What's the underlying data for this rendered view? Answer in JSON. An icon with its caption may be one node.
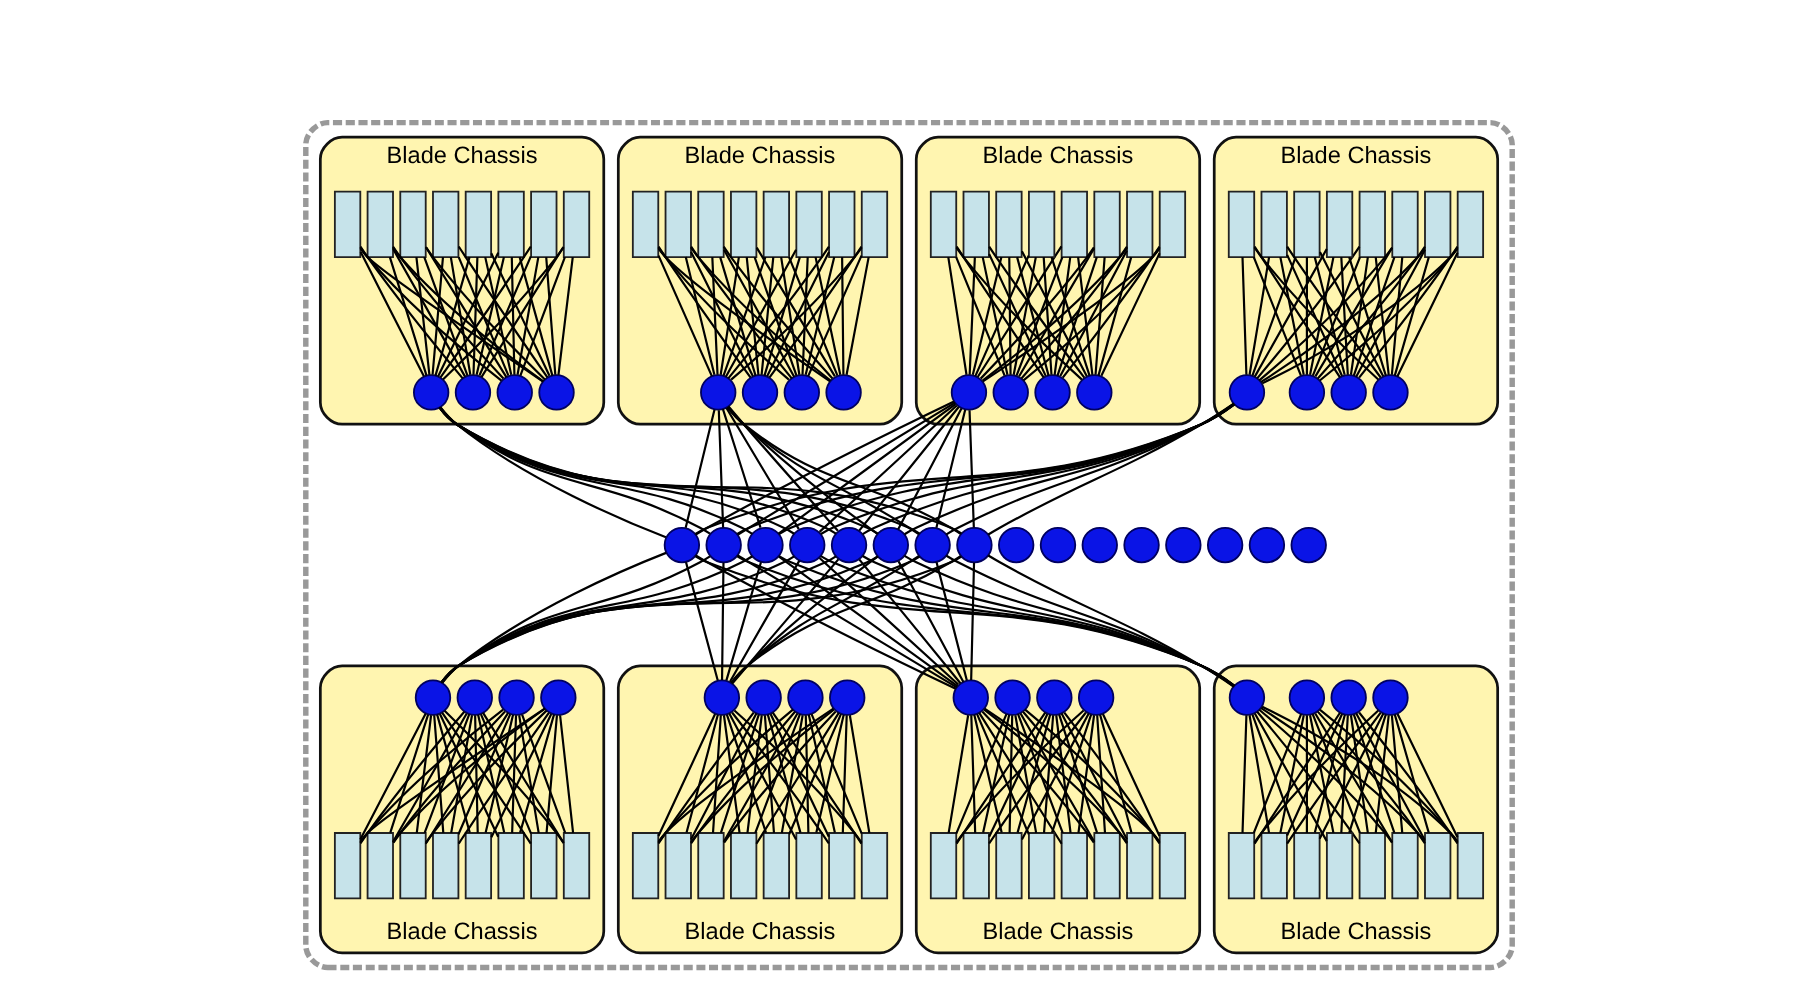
{
  "diagram": {
    "nodes": [
      {
        "text": [],
        "shape": "box"
      },
      {
        "text": [
          "Blade Chassis"
        ],
        "in": 0
      },
      {
        "text": [],
        "shape": "box",
        "in": 1
      },
      {
        "text": [],
        "shape": "box",
        "in": 1
      },
      {
        "text": [],
        "shape": "box",
        "in": 1
      },
      {
        "text": [],
        "shape": "box",
        "in": 1
      },
      {
        "text": [],
        "shape": "box",
        "in": 1
      },
      {
        "text": [],
        "shape": "box",
        "in": 1
      },
      {
        "text": [],
        "shape": "box",
        "in": 1
      },
      {
        "text": [],
        "shape": "box",
        "in": 1
      },
      {
        "text": [],
        "shape": "circle",
        "in": 1
      },
      {
        "text": [],
        "shape": "circle",
        "in": 1
      },
      {
        "text": [],
        "shape": "circle",
        "in": 1
      },
      {
        "text": [],
        "shape": "circle",
        "in": 1
      },
      {
        "text": [
          "Blade Chassis"
        ],
        "in": 0
      },
      {
        "text": [],
        "shape": "box",
        "in": 14
      },
      {
        "text": [],
        "shape": "box",
        "in": 14
      },
      {
        "text": [],
        "shape": "box",
        "in": 14
      },
      {
        "text": [],
        "shape": "box",
        "in": 14
      },
      {
        "text": [],
        "shape": "box",
        "in": 14
      },
      {
        "text": [],
        "shape": "box",
        "in": 14
      },
      {
        "text": [],
        "shape": "box",
        "in": 14
      },
      {
        "text": [],
        "shape": "box",
        "in": 14
      },
      {
        "text": [],
        "shape": "circle",
        "in": 14
      },
      {
        "text": [],
        "shape": "circle",
        "in": 14
      },
      {
        "text": [],
        "shape": "circle",
        "in": 14
      },
      {
        "text": [],
        "shape": "circle",
        "in": 14
      },
      {
        "text": [
          "Blade Chassis"
        ],
        "in": 0
      },
      {
        "text": [],
        "shape": "box",
        "in": 27
      },
      {
        "text": [],
        "shape": "box",
        "in": 27
      },
      {
        "text": [],
        "shape": "box",
        "in": 27
      },
      {
        "text": [],
        "shape": "box",
        "in": 27
      },
      {
        "text": [],
        "shape": "box",
        "in": 27
      },
      {
        "text": [],
        "shape": "box",
        "in": 27
      },
      {
        "text": [],
        "shape": "box",
        "in": 27
      },
      {
        "text": [],
        "shape": "box",
        "in": 27
      },
      {
        "text": [],
        "shape": "circle",
        "in": 27
      },
      {
        "text": [],
        "shape": "circle",
        "in": 27
      },
      {
        "text": [],
        "shape": "circle",
        "in": 27
      },
      {
        "text": [],
        "shape": "circle",
        "in": 27
      },
      {
        "text": [
          "Blade Chassis"
        ],
        "in": 0
      },
      {
        "text": [],
        "shape": "box",
        "in": 40
      },
      {
        "text": [],
        "shape": "box",
        "in": 40
      },
      {
        "text": [],
        "shape": "box",
        "in": 40
      },
      {
        "text": [],
        "shape": "box",
        "in": 40
      },
      {
        "text": [],
        "shape": "box",
        "in": 40
      },
      {
        "text": [],
        "shape": "box",
        "in": 40
      },
      {
        "text": [],
        "shape": "box",
        "in": 40
      },
      {
        "text": [],
        "shape": "box",
        "in": 40
      },
      {
        "text": [],
        "shape": "circle",
        "in": 40
      },
      {
        "text": [],
        "shape": "circle",
        "in": 40
      },
      {
        "text": [],
        "shape": "circle",
        "in": 40
      },
      {
        "text": [],
        "shape": "circle",
        "in": 40
      },
      {
        "text": [],
        "shape": "circle",
        "in": 0
      },
      {
        "text": [],
        "shape": "circle",
        "in": 0
      },
      {
        "text": [],
        "shape": "circle",
        "in": 0
      },
      {
        "text": [],
        "shape": "circle",
        "in": 0
      },
      {
        "text": [],
        "shape": "circle",
        "in": 0
      },
      {
        "text": [],
        "shape": "circle",
        "in": 0
      },
      {
        "text": [],
        "shape": "circle",
        "in": 0
      },
      {
        "text": [],
        "shape": "circle",
        "in": 0
      },
      {
        "text": [],
        "shape": "circle",
        "in": 0
      },
      {
        "text": [],
        "shape": "circle",
        "in": 0
      },
      {
        "text": [],
        "shape": "circle",
        "in": 0
      },
      {
        "text": [],
        "shape": "circle",
        "in": 0
      },
      {
        "text": [],
        "shape": "circle",
        "in": 0
      },
      {
        "text": [],
        "shape": "circle",
        "in": 0
      },
      {
        "text": [],
        "shape": "circle",
        "in": 0
      },
      {
        "text": [],
        "shape": "circle",
        "in": 0
      },
      {
        "text": [
          "Blade Chassis"
        ],
        "in": 0
      },
      {
        "text": [],
        "shape": "circle",
        "in": 69
      },
      {
        "text": [],
        "shape": "circle",
        "in": 69
      },
      {
        "text": [],
        "shape": "circle",
        "in": 69
      },
      {
        "text": [],
        "shape": "circle",
        "in": 69
      },
      {
        "text": [],
        "shape": "box",
        "in": 69
      },
      {
        "text": [],
        "shape": "box",
        "in": 69
      },
      {
        "text": [],
        "shape": "box",
        "in": 69
      },
      {
        "text": [],
        "shape": "box",
        "in": 69
      },
      {
        "text": [],
        "shape": "box",
        "in": 69
      },
      {
        "text": [],
        "shape": "box",
        "in": 69
      },
      {
        "text": [],
        "shape": "box",
        "in": 69
      },
      {
        "text": [],
        "shape": "box",
        "in": 69
      },
      {
        "text": [
          "Blade Chassis"
        ],
        "in": 0
      },
      {
        "text": [],
        "shape": "circle",
        "in": 82
      },
      {
        "text": [],
        "shape": "circle",
        "in": 82
      },
      {
        "text": [],
        "shape": "circle",
        "in": 82
      },
      {
        "text": [],
        "shape": "circle",
        "in": 82
      },
      {
        "text": [],
        "shape": "box",
        "in": 82
      },
      {
        "text": [],
        "shape": "box",
        "in": 82
      },
      {
        "text": [],
        "shape": "box",
        "in": 82
      },
      {
        "text": [],
        "shape": "box",
        "in": 82
      },
      {
        "text": [],
        "shape": "box",
        "in": 82
      },
      {
        "text": [],
        "shape": "box",
        "in": 82
      },
      {
        "text": [],
        "shape": "box",
        "in": 82
      },
      {
        "text": [],
        "shape": "box",
        "in": 82
      },
      {
        "text": [
          "Blade Chassis"
        ],
        "in": 0
      },
      {
        "text": [],
        "shape": "circle",
        "in": 95
      },
      {
        "text": [],
        "shape": "circle",
        "in": 95
      },
      {
        "text": [],
        "shape": "circle",
        "in": 95
      },
      {
        "text": [],
        "shape": "circle",
        "in": 95
      },
      {
        "text": [],
        "shape": "box",
        "in": 95
      },
      {
        "text": [],
        "shape": "box",
        "in": 95
      },
      {
        "text": [],
        "shape": "box",
        "in": 95
      },
      {
        "text": [],
        "shape": "box",
        "in": 95
      },
      {
        "text": [],
        "shape": "box",
        "in": 95
      },
      {
        "text": [],
        "shape": "box",
        "in": 95
      },
      {
        "text": [],
        "shape": "box",
        "in": 95
      },
      {
        "text": [],
        "shape": "box",
        "in": 95
      },
      {
        "text": [
          "Blade Chassis"
        ],
        "in": 0
      },
      {
        "text": [],
        "shape": "circle",
        "in": 108
      },
      {
        "text": [],
        "shape": "circle",
        "in": 108
      },
      {
        "text": [],
        "shape": "circle",
        "in": 108
      },
      {
        "text": [],
        "shape": "circle",
        "in": 108
      },
      {
        "text": [],
        "shape": "box",
        "in": 108
      },
      {
        "text": [],
        "shape": "box",
        "in": 108
      },
      {
        "text": [],
        "shape": "box",
        "in": 108
      },
      {
        "text": [],
        "shape": "box",
        "in": 108
      },
      {
        "text": [],
        "shape": "box",
        "in": 108
      },
      {
        "text": [],
        "shape": "box",
        "in": 108
      },
      {
        "text": [],
        "shape": "box",
        "in": 108
      },
      {
        "text": [],
        "shape": "box",
        "in": 108
      }
    ],
    "edges": [
      {
        "from": 2,
        "to": 10,
        "arrow": "none"
      },
      {
        "from": 2,
        "to": 11,
        "arrow": "none"
      },
      {
        "from": 2,
        "to": 12,
        "arrow": "none"
      },
      {
        "from": 2,
        "to": 13,
        "arrow": "none"
      },
      {
        "from": 3,
        "to": 10,
        "arrow": "none"
      },
      {
        "from": 3,
        "to": 11,
        "arrow": "none"
      },
      {
        "from": 3,
        "to": 12,
        "arrow": "none"
      },
      {
        "from": 3,
        "to": 13,
        "arrow": "none"
      },
      {
        "from": 4,
        "to": 10,
        "arrow": "none"
      },
      {
        "from": 4,
        "to": 11,
        "arrow": "none"
      },
      {
        "from": 4,
        "to": 12,
        "arrow": "none"
      },
      {
        "from": 4,
        "to": 13,
        "arrow": "none"
      },
      {
        "from": 5,
        "to": 10,
        "arrow": "none"
      },
      {
        "from": 5,
        "to": 11,
        "arrow": "none"
      },
      {
        "from": 5,
        "to": 12,
        "arrow": "none"
      },
      {
        "from": 5,
        "to": 13,
        "arrow": "none"
      },
      {
        "from": 6,
        "to": 10,
        "arrow": "none"
      },
      {
        "from": 6,
        "to": 11,
        "arrow": "none"
      },
      {
        "from": 6,
        "to": 12,
        "arrow": "none"
      },
      {
        "from": 6,
        "to": 13,
        "arrow": "none"
      },
      {
        "from": 7,
        "to": 10,
        "arrow": "none"
      },
      {
        "from": 7,
        "to": 11,
        "arrow": "none"
      },
      {
        "from": 7,
        "to": 12,
        "arrow": "none"
      },
      {
        "from": 7,
        "to": 13,
        "arrow": "none"
      },
      {
        "from": 8,
        "to": 10,
        "arrow": "none"
      },
      {
        "from": 8,
        "to": 11,
        "arrow": "none"
      },
      {
        "from": 8,
        "to": 12,
        "arrow": "none"
      },
      {
        "from": 8,
        "to": 13,
        "arrow": "none"
      },
      {
        "from": 9,
        "to": 10,
        "arrow": "none"
      },
      {
        "from": 9,
        "to": 11,
        "arrow": "none"
      },
      {
        "from": 9,
        "to": 12,
        "arrow": "none"
      },
      {
        "from": 9,
        "to": 13,
        "arrow": "none"
      },
      {
        "from": 15,
        "to": 23,
        "arrow": "none"
      },
      {
        "from": 15,
        "to": 24,
        "arrow": "none"
      },
      {
        "from": 15,
        "to": 25,
        "arrow": "none"
      },
      {
        "from": 15,
        "to": 26,
        "arrow": "none"
      },
      {
        "from": 16,
        "to": 23,
        "arrow": "none"
      },
      {
        "from": 16,
        "to": 24,
        "arrow": "none"
      },
      {
        "from": 16,
        "to": 25,
        "arrow": "none"
      },
      {
        "from": 16,
        "to": 26,
        "arrow": "none"
      },
      {
        "from": 17,
        "to": 23,
        "arrow": "none"
      },
      {
        "from": 17,
        "to": 24,
        "arrow": "none"
      },
      {
        "from": 17,
        "to": 25,
        "arrow": "none"
      },
      {
        "from": 17,
        "to": 26,
        "arrow": "none"
      },
      {
        "from": 18,
        "to": 23,
        "arrow": "none"
      },
      {
        "from": 18,
        "to": 24,
        "arrow": "none"
      },
      {
        "from": 18,
        "to": 25,
        "arrow": "none"
      },
      {
        "from": 18,
        "to": 26,
        "arrow": "none"
      },
      {
        "from": 19,
        "to": 23,
        "arrow": "none"
      },
      {
        "from": 19,
        "to": 24,
        "arrow": "none"
      },
      {
        "from": 19,
        "to": 25,
        "arrow": "none"
      },
      {
        "from": 19,
        "to": 26,
        "arrow": "none"
      },
      {
        "from": 20,
        "to": 23,
        "arrow": "none"
      },
      {
        "from": 20,
        "to": 24,
        "arrow": "none"
      },
      {
        "from": 20,
        "to": 25,
        "arrow": "none"
      },
      {
        "from": 20,
        "to": 26,
        "arrow": "none"
      },
      {
        "from": 21,
        "to": 23,
        "arrow": "none"
      },
      {
        "from": 21,
        "to": 24,
        "arrow": "none"
      },
      {
        "from": 21,
        "to": 25,
        "arrow": "none"
      },
      {
        "from": 21,
        "to": 26,
        "arrow": "none"
      },
      {
        "from": 22,
        "to": 23,
        "arrow": "none"
      },
      {
        "from": 22,
        "to": 24,
        "arrow": "none"
      },
      {
        "from": 22,
        "to": 25,
        "arrow": "none"
      },
      {
        "from": 22,
        "to": 26,
        "arrow": "none"
      },
      {
        "from": 28,
        "to": 36,
        "arrow": "none"
      },
      {
        "from": 28,
        "to": 37,
        "arrow": "none"
      },
      {
        "from": 28,
        "to": 38,
        "arrow": "none"
      },
      {
        "from": 28,
        "to": 39,
        "arrow": "none"
      },
      {
        "from": 29,
        "to": 36,
        "arrow": "none"
      },
      {
        "from": 29,
        "to": 37,
        "arrow": "none"
      },
      {
        "from": 29,
        "to": 38,
        "arrow": "none"
      },
      {
        "from": 29,
        "to": 39,
        "arrow": "none"
      },
      {
        "from": 30,
        "to": 36,
        "arrow": "none"
      },
      {
        "from": 30,
        "to": 37,
        "arrow": "none"
      },
      {
        "from": 30,
        "to": 38,
        "arrow": "none"
      },
      {
        "from": 30,
        "to": 39,
        "arrow": "none"
      },
      {
        "from": 31,
        "to": 36,
        "arrow": "none"
      },
      {
        "from": 31,
        "to": 37,
        "arrow": "none"
      },
      {
        "from": 31,
        "to": 38,
        "arrow": "none"
      },
      {
        "from": 31,
        "to": 39,
        "arrow": "none"
      },
      {
        "from": 32,
        "to": 36,
        "arrow": "none"
      },
      {
        "from": 32,
        "to": 37,
        "arrow": "none"
      },
      {
        "from": 32,
        "to": 38,
        "arrow": "none"
      },
      {
        "from": 32,
        "to": 39,
        "arrow": "none"
      },
      {
        "from": 33,
        "to": 36,
        "arrow": "none"
      },
      {
        "from": 33,
        "to": 37,
        "arrow": "none"
      },
      {
        "from": 33,
        "to": 38,
        "arrow": "none"
      },
      {
        "from": 33,
        "to": 39,
        "arrow": "none"
      },
      {
        "from": 34,
        "to": 36,
        "arrow": "none"
      },
      {
        "from": 34,
        "to": 37,
        "arrow": "none"
      },
      {
        "from": 34,
        "to": 38,
        "arrow": "none"
      },
      {
        "from": 34,
        "to": 39,
        "arrow": "none"
      },
      {
        "from": 35,
        "to": 36,
        "arrow": "none"
      },
      {
        "from": 35,
        "to": 37,
        "arrow": "none"
      },
      {
        "from": 35,
        "to": 38,
        "arrow": "none"
      },
      {
        "from": 35,
        "to": 39,
        "arrow": "none"
      },
      {
        "from": 41,
        "to": 49,
        "arrow": "none"
      },
      {
        "from": 41,
        "to": 50,
        "arrow": "none"
      },
      {
        "from": 41,
        "to": 51,
        "arrow": "none"
      },
      {
        "from": 41,
        "to": 52,
        "arrow": "none"
      },
      {
        "from": 42,
        "to": 49,
        "arrow": "none"
      },
      {
        "from": 42,
        "to": 50,
        "arrow": "none"
      },
      {
        "from": 42,
        "to": 51,
        "arrow": "none"
      },
      {
        "from": 42,
        "to": 52,
        "arrow": "none"
      },
      {
        "from": 43,
        "to": 49,
        "arrow": "none"
      },
      {
        "from": 43,
        "to": 50,
        "arrow": "none"
      },
      {
        "from": 43,
        "to": 51,
        "arrow": "none"
      },
      {
        "from": 43,
        "to": 52,
        "arrow": "none"
      },
      {
        "from": 44,
        "to": 49,
        "arrow": "none"
      },
      {
        "from": 44,
        "to": 50,
        "arrow": "none"
      },
      {
        "from": 44,
        "to": 51,
        "arrow": "none"
      },
      {
        "from": 44,
        "to": 52,
        "arrow": "none"
      },
      {
        "from": 45,
        "to": 49,
        "arrow": "none"
      },
      {
        "from": 45,
        "to": 50,
        "arrow": "none"
      },
      {
        "from": 45,
        "to": 51,
        "arrow": "none"
      },
      {
        "from": 45,
        "to": 52,
        "arrow": "none"
      },
      {
        "from": 46,
        "to": 49,
        "arrow": "none"
      },
      {
        "from": 46,
        "to": 50,
        "arrow": "none"
      },
      {
        "from": 46,
        "to": 51,
        "arrow": "none"
      },
      {
        "from": 46,
        "to": 52,
        "arrow": "none"
      },
      {
        "from": 47,
        "to": 49,
        "arrow": "none"
      },
      {
        "from": 47,
        "to": 50,
        "arrow": "none"
      },
      {
        "from": 47,
        "to": 51,
        "arrow": "none"
      },
      {
        "from": 47,
        "to": 52,
        "arrow": "none"
      },
      {
        "from": 48,
        "to": 49,
        "arrow": "none"
      },
      {
        "from": 48,
        "to": 50,
        "arrow": "none"
      },
      {
        "from": 48,
        "to": 51,
        "arrow": "none"
      },
      {
        "from": 48,
        "to": 52,
        "arrow": "none"
      },
      {
        "from": 10,
        "to": 53,
        "arrow": "none"
      },
      {
        "from": 10,
        "to": 54,
        "arrow": "none"
      },
      {
        "from": 10,
        "to": 57,
        "arrow": "none"
      },
      {
        "from": 10,
        "to": 58,
        "arrow": "none"
      },
      {
        "from": 10,
        "to": 61,
        "arrow": "none"
      },
      {
        "from": 10,
        "to": 62,
        "arrow": "none"
      },
      {
        "from": 10,
        "to": 65,
        "arrow": "none"
      },
      {
        "from": 10,
        "to": 66,
        "arrow": "none"
      },
      {
        "from": 23,
        "to": 53,
        "arrow": "none"
      },
      {
        "from": 23,
        "to": 54,
        "arrow": "none"
      },
      {
        "from": 23,
        "to": 57,
        "arrow": "none"
      },
      {
        "from": 23,
        "to": 58,
        "arrow": "none"
      },
      {
        "from": 23,
        "to": 61,
        "arrow": "none"
      },
      {
        "from": 23,
        "to": 62,
        "arrow": "none"
      },
      {
        "from": 23,
        "to": 65,
        "arrow": "none"
      },
      {
        "from": 23,
        "to": 66,
        "arrow": "none"
      },
      {
        "from": 36,
        "to": 53,
        "arrow": "none"
      },
      {
        "from": 36,
        "to": 54,
        "arrow": "none"
      },
      {
        "from": 36,
        "to": 57,
        "arrow": "none"
      },
      {
        "from": 36,
        "to": 58,
        "arrow": "none"
      },
      {
        "from": 36,
        "to": 61,
        "arrow": "none"
      },
      {
        "from": 36,
        "to": 62,
        "arrow": "none"
      },
      {
        "from": 36,
        "to": 65,
        "arrow": "none"
      },
      {
        "from": 36,
        "to": 66,
        "arrow": "none"
      },
      {
        "from": 49,
        "to": 53,
        "arrow": "none"
      },
      {
        "from": 49,
        "to": 54,
        "arrow": "none"
      },
      {
        "from": 49,
        "to": 57,
        "arrow": "none"
      },
      {
        "from": 49,
        "to": 58,
        "arrow": "none"
      },
      {
        "from": 49,
        "to": 61,
        "arrow": "none"
      },
      {
        "from": 49,
        "to": 62,
        "arrow": "none"
      },
      {
        "from": 49,
        "to": 65,
        "arrow": "none"
      },
      {
        "from": 49,
        "to": 66,
        "arrow": "none"
      },
      {
        "from": 53,
        "to": 70,
        "arrow": "none"
      },
      {
        "from": 54,
        "to": 70,
        "arrow": "none"
      },
      {
        "from": 57,
        "to": 70,
        "arrow": "none"
      },
      {
        "from": 58,
        "to": 70,
        "arrow": "none"
      },
      {
        "from": 61,
        "to": 70,
        "arrow": "none"
      },
      {
        "from": 62,
        "to": 70,
        "arrow": "none"
      },
      {
        "from": 65,
        "to": 70,
        "arrow": "none"
      },
      {
        "from": 66,
        "to": 70,
        "arrow": "none"
      },
      {
        "from": 53,
        "to": 83,
        "arrow": "none"
      },
      {
        "from": 54,
        "to": 83,
        "arrow": "none"
      },
      {
        "from": 57,
        "to": 83,
        "arrow": "none"
      },
      {
        "from": 58,
        "to": 83,
        "arrow": "none"
      },
      {
        "from": 61,
        "to": 83,
        "arrow": "none"
      },
      {
        "from": 62,
        "to": 83,
        "arrow": "none"
      },
      {
        "from": 65,
        "to": 83,
        "arrow": "none"
      },
      {
        "from": 66,
        "to": 83,
        "arrow": "none"
      },
      {
        "from": 53,
        "to": 96,
        "arrow": "none"
      },
      {
        "from": 54,
        "to": 96,
        "arrow": "none"
      },
      {
        "from": 57,
        "to": 96,
        "arrow": "none"
      },
      {
        "from": 58,
        "to": 96,
        "arrow": "none"
      },
      {
        "from": 61,
        "to": 96,
        "arrow": "none"
      },
      {
        "from": 62,
        "to": 96,
        "arrow": "none"
      },
      {
        "from": 65,
        "to": 96,
        "arrow": "none"
      },
      {
        "from": 66,
        "to": 96,
        "arrow": "none"
      },
      {
        "from": 53,
        "to": 109,
        "arrow": "none"
      },
      {
        "from": 54,
        "to": 109,
        "arrow": "none"
      },
      {
        "from": 57,
        "to": 109,
        "arrow": "none"
      },
      {
        "from": 58,
        "to": 109,
        "arrow": "none"
      },
      {
        "from": 61,
        "to": 109,
        "arrow": "none"
      },
      {
        "from": 62,
        "to": 109,
        "arrow": "none"
      },
      {
        "from": 65,
        "to": 109,
        "arrow": "none"
      },
      {
        "from": 66,
        "to": 109,
        "arrow": "none"
      },
      {
        "from": 70,
        "to": 74,
        "arrow": "none"
      },
      {
        "from": 70,
        "to": 75,
        "arrow": "none"
      },
      {
        "from": 70,
        "to": 76,
        "arrow": "none"
      },
      {
        "from": 70,
        "to": 77,
        "arrow": "none"
      },
      {
        "from": 70,
        "to": 78,
        "arrow": "none"
      },
      {
        "from": 70,
        "to": 79,
        "arrow": "none"
      },
      {
        "from": 70,
        "to": 80,
        "arrow": "none"
      },
      {
        "from": 70,
        "to": 81,
        "arrow": "none"
      },
      {
        "from": 71,
        "to": 74,
        "arrow": "none"
      },
      {
        "from": 71,
        "to": 75,
        "arrow": "none"
      },
      {
        "from": 71,
        "to": 76,
        "arrow": "none"
      },
      {
        "from": 71,
        "to": 77,
        "arrow": "none"
      },
      {
        "from": 71,
        "to": 78,
        "arrow": "none"
      },
      {
        "from": 71,
        "to": 79,
        "arrow": "none"
      },
      {
        "from": 71,
        "to": 80,
        "arrow": "none"
      },
      {
        "from": 71,
        "to": 81,
        "arrow": "none"
      },
      {
        "from": 72,
        "to": 74,
        "arrow": "none"
      },
      {
        "from": 72,
        "to": 75,
        "arrow": "none"
      },
      {
        "from": 72,
        "to": 76,
        "arrow": "none"
      },
      {
        "from": 72,
        "to": 77,
        "arrow": "none"
      },
      {
        "from": 72,
        "to": 78,
        "arrow": "none"
      },
      {
        "from": 72,
        "to": 79,
        "arrow": "none"
      },
      {
        "from": 72,
        "to": 80,
        "arrow": "none"
      },
      {
        "from": 72,
        "to": 81,
        "arrow": "none"
      },
      {
        "from": 73,
        "to": 74,
        "arrow": "none"
      },
      {
        "from": 73,
        "to": 75,
        "arrow": "none"
      },
      {
        "from": 73,
        "to": 76,
        "arrow": "none"
      },
      {
        "from": 73,
        "to": 77,
        "arrow": "none"
      },
      {
        "from": 73,
        "to": 78,
        "arrow": "none"
      },
      {
        "from": 73,
        "to": 79,
        "arrow": "none"
      },
      {
        "from": 73,
        "to": 80,
        "arrow": "none"
      },
      {
        "from": 73,
        "to": 81,
        "arrow": "none"
      },
      {
        "from": 83,
        "to": 87,
        "arrow": "none"
      },
      {
        "from": 83,
        "to": 88,
        "arrow": "none"
      },
      {
        "from": 83,
        "to": 89,
        "arrow": "none"
      },
      {
        "from": 83,
        "to": 90,
        "arrow": "none"
      },
      {
        "from": 83,
        "to": 91,
        "arrow": "none"
      },
      {
        "from": 83,
        "to": 92,
        "arrow": "none"
      },
      {
        "from": 83,
        "to": 93,
        "arrow": "none"
      },
      {
        "from": 83,
        "to": 94,
        "arrow": "none"
      },
      {
        "from": 84,
        "to": 87,
        "arrow": "none"
      },
      {
        "from": 84,
        "to": 88,
        "arrow": "none"
      },
      {
        "from": 84,
        "to": 89,
        "arrow": "none"
      },
      {
        "from": 84,
        "to": 90,
        "arrow": "none"
      },
      {
        "from": 84,
        "to": 91,
        "arrow": "none"
      },
      {
        "from": 84,
        "to": 92,
        "arrow": "none"
      },
      {
        "from": 84,
        "to": 93,
        "arrow": "none"
      },
      {
        "from": 84,
        "to": 94,
        "arrow": "none"
      },
      {
        "from": 85,
        "to": 87,
        "arrow": "none"
      },
      {
        "from": 85,
        "to": 88,
        "arrow": "none"
      },
      {
        "from": 85,
        "to": 89,
        "arrow": "none"
      },
      {
        "from": 85,
        "to": 90,
        "arrow": "none"
      },
      {
        "from": 85,
        "to": 91,
        "arrow": "none"
      },
      {
        "from": 85,
        "to": 92,
        "arrow": "none"
      },
      {
        "from": 85,
        "to": 93,
        "arrow": "none"
      },
      {
        "from": 85,
        "to": 94,
        "arrow": "none"
      },
      {
        "from": 86,
        "to": 87,
        "arrow": "none"
      },
      {
        "from": 86,
        "to": 88,
        "arrow": "none"
      },
      {
        "from": 86,
        "to": 89,
        "arrow": "none"
      },
      {
        "from": 86,
        "to": 90,
        "arrow": "none"
      },
      {
        "from": 86,
        "to": 91,
        "arrow": "none"
      },
      {
        "from": 86,
        "to": 92,
        "arrow": "none"
      },
      {
        "from": 86,
        "to": 93,
        "arrow": "none"
      },
      {
        "from": 86,
        "to": 94,
        "arrow": "none"
      },
      {
        "from": 96,
        "to": 100,
        "arrow": "none"
      },
      {
        "from": 96,
        "to": 101,
        "arrow": "none"
      },
      {
        "from": 96,
        "to": 102,
        "arrow": "none"
      },
      {
        "from": 96,
        "to": 103,
        "arrow": "none"
      },
      {
        "from": 96,
        "to": 104,
        "arrow": "none"
      },
      {
        "from": 96,
        "to": 105,
        "arrow": "none"
      },
      {
        "from": 96,
        "to": 106,
        "arrow": "none"
      },
      {
        "from": 96,
        "to": 107,
        "arrow": "none"
      },
      {
        "from": 97,
        "to": 100,
        "arrow": "none"
      },
      {
        "from": 97,
        "to": 101,
        "arrow": "none"
      },
      {
        "from": 97,
        "to": 102,
        "arrow": "none"
      },
      {
        "from": 97,
        "to": 103,
        "arrow": "none"
      },
      {
        "from": 97,
        "to": 104,
        "arrow": "none"
      },
      {
        "from": 97,
        "to": 105,
        "arrow": "none"
      },
      {
        "from": 97,
        "to": 106,
        "arrow": "none"
      },
      {
        "from": 97,
        "to": 107,
        "arrow": "none"
      },
      {
        "from": 98,
        "to": 100,
        "arrow": "none"
      },
      {
        "from": 98,
        "to": 101,
        "arrow": "none"
      },
      {
        "from": 98,
        "to": 102,
        "arrow": "none"
      },
      {
        "from": 98,
        "to": 103,
        "arrow": "none"
      },
      {
        "from": 98,
        "to": 104,
        "arrow": "none"
      },
      {
        "from": 98,
        "to": 105,
        "arrow": "none"
      },
      {
        "from": 98,
        "to": 106,
        "arrow": "none"
      },
      {
        "from": 98,
        "to": 107,
        "arrow": "none"
      },
      {
        "from": 99,
        "to": 100,
        "arrow": "none"
      },
      {
        "from": 99,
        "to": 101,
        "arrow": "none"
      },
      {
        "from": 99,
        "to": 102,
        "arrow": "none"
      },
      {
        "from": 99,
        "to": 103,
        "arrow": "none"
      },
      {
        "from": 99,
        "to": 104,
        "arrow": "none"
      },
      {
        "from": 99,
        "to": 105,
        "arrow": "none"
      },
      {
        "from": 99,
        "to": 106,
        "arrow": "none"
      },
      {
        "from": 99,
        "to": 107,
        "arrow": "none"
      },
      {
        "from": 109,
        "to": 113,
        "arrow": "none"
      },
      {
        "from": 109,
        "to": 114,
        "arrow": "none"
      },
      {
        "from": 109,
        "to": 115,
        "arrow": "none"
      },
      {
        "from": 109,
        "to": 116,
        "arrow": "none"
      },
      {
        "from": 109,
        "to": 117,
        "arrow": "none"
      },
      {
        "from": 109,
        "to": 118,
        "arrow": "none"
      },
      {
        "from": 109,
        "to": 119,
        "arrow": "none"
      },
      {
        "from": 109,
        "to": 120,
        "arrow": "none"
      },
      {
        "from": 110,
        "to": 113,
        "arrow": "none"
      },
      {
        "from": 110,
        "to": 114,
        "arrow": "none"
      },
      {
        "from": 110,
        "to": 115,
        "arrow": "none"
      },
      {
        "from": 110,
        "to": 116,
        "arrow": "none"
      },
      {
        "from": 110,
        "to": 117,
        "arrow": "none"
      },
      {
        "from": 110,
        "to": 118,
        "arrow": "none"
      },
      {
        "from": 110,
        "to": 119,
        "arrow": "none"
      },
      {
        "from": 110,
        "to": 120,
        "arrow": "none"
      },
      {
        "from": 111,
        "to": 113,
        "arrow": "none"
      },
      {
        "from": 111,
        "to": 114,
        "arrow": "none"
      },
      {
        "from": 111,
        "to": 115,
        "arrow": "none"
      },
      {
        "from": 111,
        "to": 116,
        "arrow": "none"
      },
      {
        "from": 111,
        "to": 117,
        "arrow": "none"
      },
      {
        "from": 111,
        "to": 118,
        "arrow": "none"
      },
      {
        "from": 111,
        "to": 119,
        "arrow": "none"
      },
      {
        "from": 111,
        "to": 120,
        "arrow": "none"
      },
      {
        "from": 112,
        "to": 113,
        "arrow": "none"
      },
      {
        "from": 112,
        "to": 114,
        "arrow": "none"
      },
      {
        "from": 112,
        "to": 115,
        "arrow": "none"
      },
      {
        "from": 112,
        "to": 116,
        "arrow": "none"
      },
      {
        "from": 112,
        "to": 117,
        "arrow": "none"
      },
      {
        "from": 112,
        "to": 118,
        "arrow": "none"
      },
      {
        "from": 112,
        "to": 119,
        "arrow": "none"
      },
      {
        "from": 112,
        "to": 120,
        "arrow": "none"
      }
    ]
  }
}
